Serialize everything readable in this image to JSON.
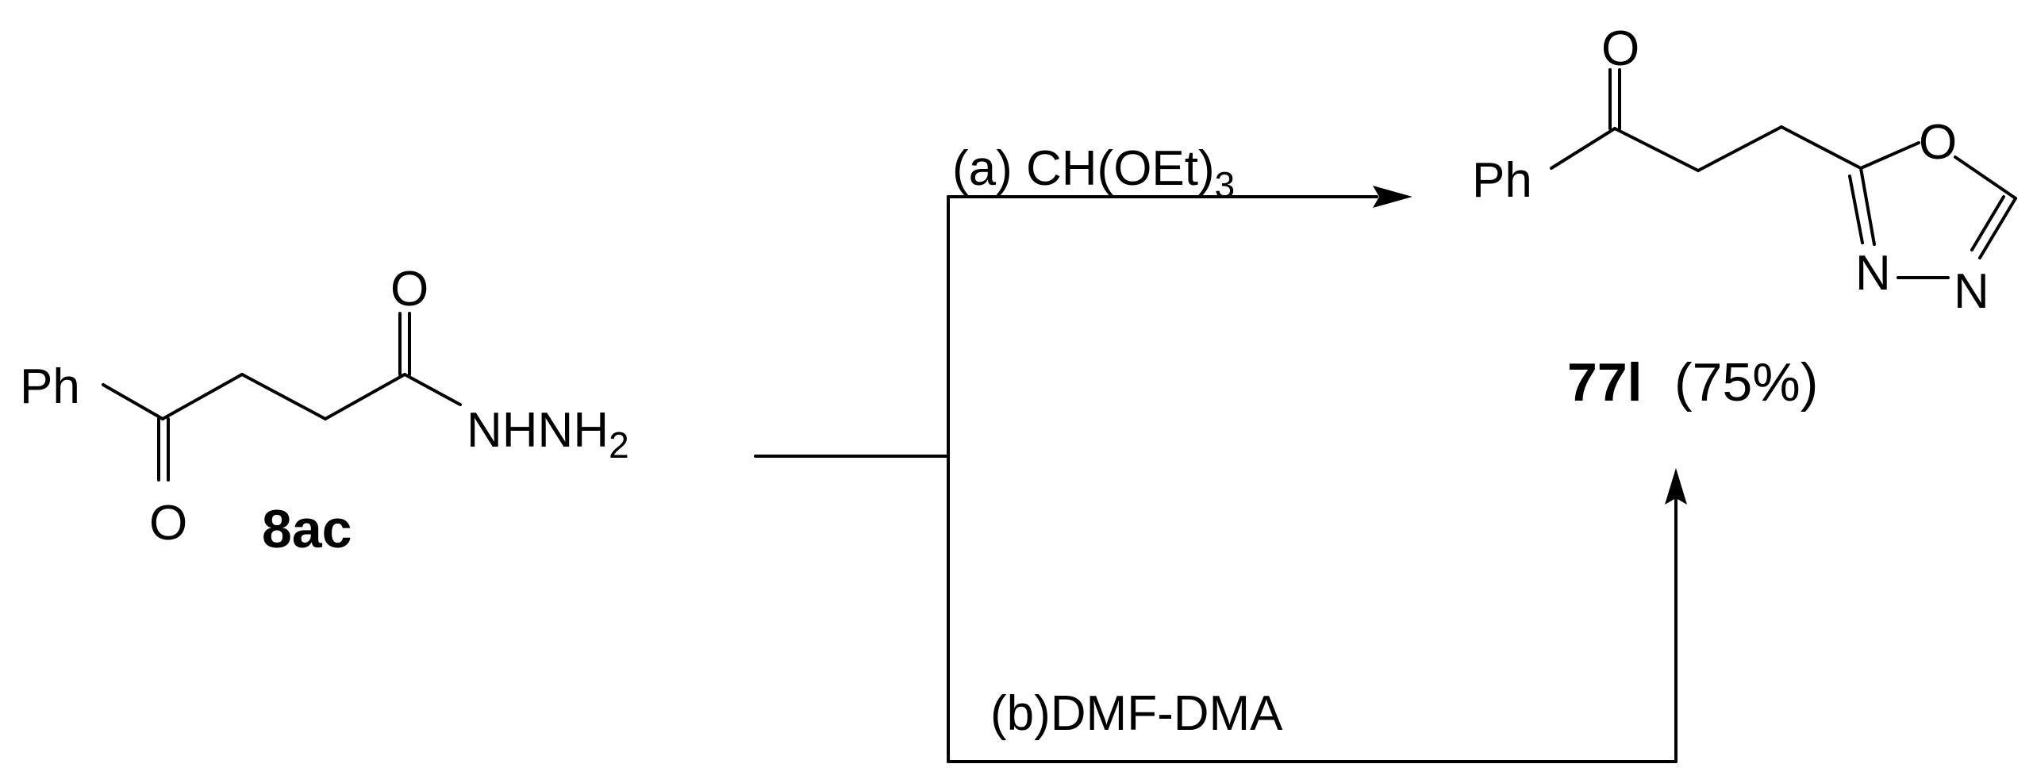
{
  "starting_material": {
    "ph_label": "Ph",
    "oxygen_ketone": "O",
    "oxygen_amide": "O",
    "hydrazide_group": "NHNH",
    "hydrazide_subscript": "2",
    "compound_label": "8ac"
  },
  "product": {
    "ph_label": "Ph",
    "oxygen_ketone": "O",
    "ring_oxygen": "O",
    "ring_nitrogen_1": "N",
    "ring_nitrogen_2": "N",
    "compound_label": "77l",
    "yield_text": "(75%)"
  },
  "conditions": {
    "route_a_text": "(a) CH(OEt)",
    "route_a_subscript": "3",
    "route_b_text": "(b)DMF-DMA"
  }
}
